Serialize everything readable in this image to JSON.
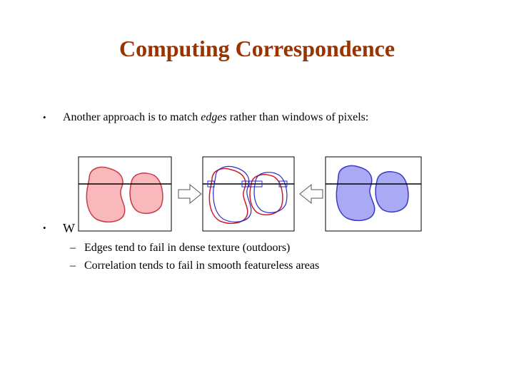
{
  "slide": {
    "title": "Computing Correspondence",
    "bullets": [
      {
        "marker": "•",
        "text_before": "Another approach is to match ",
        "text_italic": "edges",
        "text_after": " rather than windows of pixels:"
      },
      {
        "marker": "•",
        "text": "W"
      }
    ],
    "sub_bullets": [
      {
        "marker": "–",
        "text": "Edges tend to fail in dense texture (outdoors)"
      },
      {
        "marker": "–",
        "text": "Correlation tends to fail in smooth featureless areas"
      }
    ]
  },
  "figure": {
    "panels": [
      "left-image",
      "edge-match",
      "right-image"
    ],
    "colors": {
      "left_fill": "#f8b8bc",
      "left_stroke": "#c83a48",
      "right_fill": "#a9a9f4",
      "right_stroke": "#3a3ac8",
      "edge_red": "#d01a2a",
      "edge_blue": "#2a2ad0",
      "arrow_fill": "#ffffff",
      "arrow_stroke": "#555555"
    }
  }
}
